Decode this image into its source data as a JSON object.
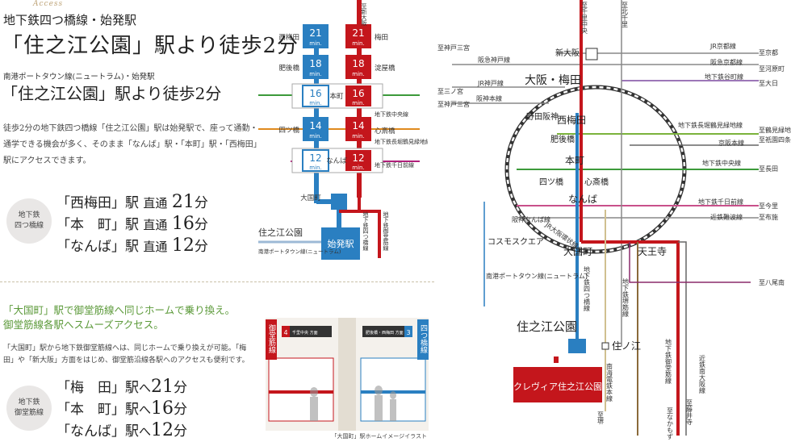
{
  "header": {
    "access_label": "Access",
    "line1": "地下鉄四つ橋線・始発駅",
    "line2": "「住之江公園」駅より徒歩2分",
    "line3": "南港ポートタウン線(ニュートラム)・始発駅",
    "line4": "「住之江公園」駅より徒歩2分"
  },
  "description": "徒歩2分の地下鉄四つ橋線「住之江公園」駅は始発駅で、座って通勤・通学できる機会が多く、そのまま「なんば」駅・「本町」駅・「西梅田」駅にアクセスできます。",
  "yotsubashi_badge": "地下鉄\n四つ橋線",
  "yotsubashi_routes": [
    {
      "station": "「西梅田」駅",
      "mode": "直通",
      "num": "21",
      "unit": "分"
    },
    {
      "station": "「本　町」駅",
      "mode": "直通",
      "num": "16",
      "unit": "分"
    },
    {
      "station": "「なんば」駅",
      "mode": "直通",
      "num": "12",
      "unit": "分"
    }
  ],
  "section2": {
    "title_line1": "「大国町」駅で御堂筋線へ同じホームで乗り換え。",
    "title_line2": "御堂筋線各駅へスムーズアクセス。",
    "desc": "「大国町」駅から地下鉄御堂筋線へは、同じホームで乗り換えが可能。「梅田」や「新大阪」方面をはじめ、御堂筋沿線各駅へのアクセスも便利です。"
  },
  "midosuji_badge": "地下鉄\n御堂筋線",
  "midosuji_routes": [
    {
      "station": "「梅　田」駅",
      "mode": "へ",
      "num": "21",
      "unit": "分"
    },
    {
      "station": "「本　町」駅",
      "mode": "へ",
      "num": "16",
      "unit": "分"
    },
    {
      "station": "「なんば」駅",
      "mode": "へ",
      "num": "12",
      "unit": "分"
    }
  ],
  "small_diagram": {
    "top_label": "至新大阪",
    "stops_left": [
      "西梅田",
      "肥後橋",
      "本町",
      "四ツ橋",
      "なんば",
      "大国町"
    ],
    "stops_right": [
      "梅田",
      "淀屋橋",
      "地下鉄中央線",
      "心斎橋",
      "地下鉄長堀鶴見緑地線",
      "地下鉄千日前線"
    ],
    "minutes_blue": [
      "21",
      "18",
      "16",
      "14",
      "12"
    ],
    "minutes_red": [
      "21",
      "18",
      "16",
      "14",
      "12"
    ],
    "min_label": "min.",
    "center_labels": [
      "本町",
      "なんば"
    ],
    "origin_badge": "始発駅",
    "origin_station": "住之江公園",
    "newtram_label": "南港ポートタウン線(ニュートラム)",
    "yotsubashi_label": "地下鉄四つ橋線",
    "midosuji_label": "地下鉄御堂筋線",
    "nakamozu": "至なかもず",
    "colors": {
      "blue": "#2a7fc1",
      "red": "#c4161c",
      "green": "#3c9a3a",
      "orange": "#e08a1e",
      "brown": "#8a6a3a",
      "magenta": "#b0207a"
    }
  },
  "illustration": {
    "left_sign": "御堂筋線",
    "right_sign": "四つ橋線",
    "left_num": "4",
    "right_num": "3",
    "left_board": "千里中央 方面",
    "right_board": "肥後橋・西梅田 方面",
    "caption": "「大国町」駅ホームイメージイラスト"
  },
  "map": {
    "top_labels": [
      "至千里中央",
      "至北千里"
    ],
    "shin_osaka": "新大阪",
    "osaka_umeda": "大阪・梅田",
    "nishi_umeda": "西梅田",
    "noda": "野田阪神",
    "higobashi": "肥後橋",
    "honmachi": "本町",
    "yotsubashi": "四ツ橋",
    "shinsaibashi": "心斎橋",
    "namba": "なんば",
    "daikokucho": "大国町",
    "tennoji": "天王寺",
    "cosmo": "コスモスクエア",
    "suminoe_koen": "住之江公園",
    "suminoe": "住ノ江",
    "clevia": "クレヴィア住之江公園",
    "left_labels": [
      {
        "to": "至神戸三宮",
        "line": "阪急神戸線"
      },
      {
        "to": "至三ノ宮",
        "line": "JR神戸線"
      },
      {
        "to": "至神戸三宮",
        "line": "阪神本線"
      }
    ],
    "right_labels": [
      {
        "to": "至京都",
        "line": "JR京都線"
      },
      {
        "to": "至河原町",
        "line": "阪急京都線"
      },
      {
        "to": "至大日",
        "line": "地下鉄谷町線"
      },
      {
        "to": "至鶴見緑地",
        "line": "地下鉄長堀鶴見緑地線"
      },
      {
        "to": "至祇園四条",
        "line": "京阪本線"
      },
      {
        "to": "至長田",
        "line": "地下鉄中央線"
      },
      {
        "to": "至今里",
        "line": "地下鉄千日前線"
      },
      {
        "to": "至布施",
        "line": "近鉄難波線"
      },
      {
        "to": "至八尾南",
        "line": ""
      }
    ],
    "vertical_labels": {
      "loop": "JR大阪環状線",
      "newtram": "南港ポートタウン線(ニュートラム)",
      "yotsubashi": "地下鉄四つ橋線",
      "sakaisuji": "地下鉄堺筋線",
      "nankai": "南海電鉄本線",
      "midosuji": "地下鉄御堂筋線",
      "kintetsu": "近鉄南大阪線",
      "hankai": "阪神なんば線"
    },
    "bottom_labels": [
      "至堺",
      "至なかもず",
      "至藤井寺"
    ]
  }
}
